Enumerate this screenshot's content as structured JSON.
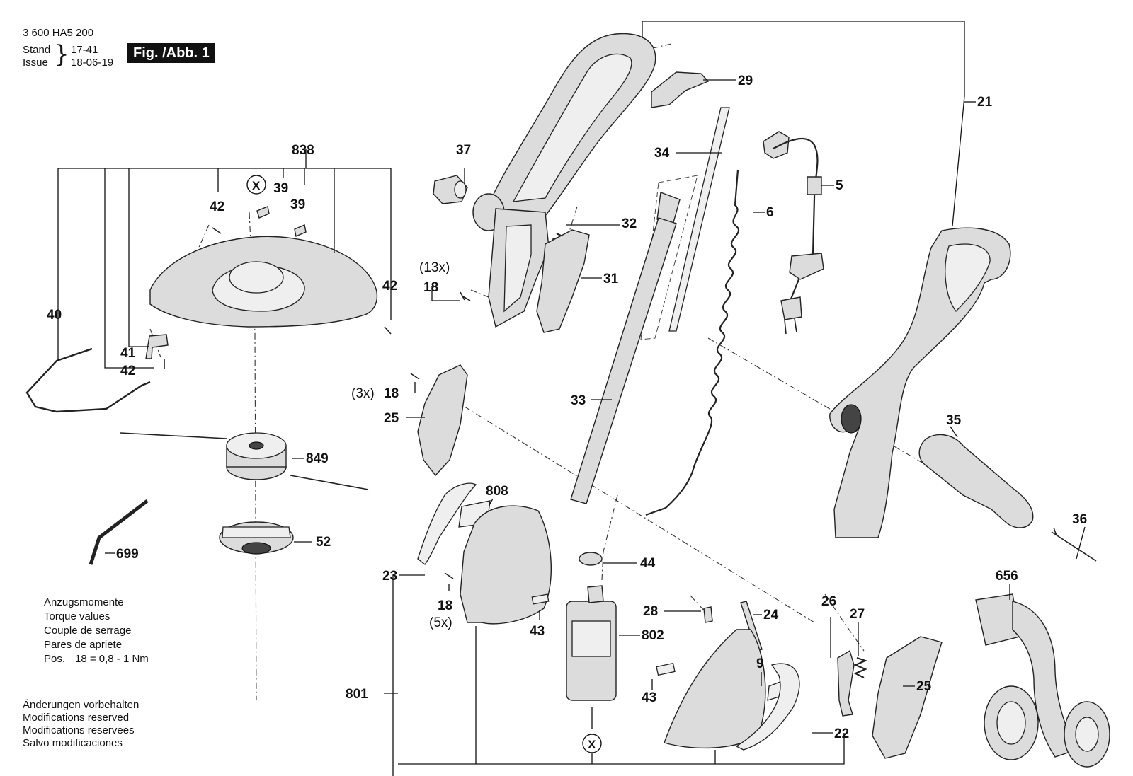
{
  "header": {
    "doc_number": "3 600 HA5 200",
    "stand_label": "Stand",
    "issue_label": "Issue",
    "stand_value": "17-41",
    "issue_value": "18-06-19",
    "figure": "Fig. /Abb. 1"
  },
  "torque_notes": {
    "lines": [
      "Anzugsmomente",
      "Torque values",
      "Couple de serrage",
      "Pares de apriete"
    ],
    "pos_label": "Pos.",
    "pos_value": "18 = 0,8 - 1 Nm"
  },
  "change_notes": {
    "lines": [
      "Änderungen vorbehalten",
      "Modifications reserved",
      "Modifications reservees",
      "Salvo modificaciones"
    ]
  },
  "callouts": {
    "c21": "21",
    "c29": "29",
    "c37": "37",
    "c34": "34",
    "c5": "5",
    "c6": "6",
    "c838": "838",
    "cX1": "X",
    "c39a": "39",
    "c39b": "39",
    "c42a": "42",
    "c42b": "42",
    "c42c": "42",
    "c32": "32",
    "c31": "31",
    "c13x": "(13x)",
    "c18a": "18",
    "c40": "40",
    "c41": "41",
    "c3x": "(3x)",
    "c18b": "18",
    "c25a": "25",
    "c33": "33",
    "c35": "35",
    "c849": "849",
    "c808": "808",
    "c36": "36",
    "c52": "52",
    "c699": "699",
    "c44": "44",
    "c656": "656",
    "c23": "23",
    "c18c": "18",
    "c5x": "(5x)",
    "c43a": "43",
    "c28": "28",
    "c24": "24",
    "c26": "26",
    "c27": "27",
    "c802": "802",
    "c9": "9",
    "c25b": "25",
    "c43b": "43",
    "c801": "801",
    "cX2": "X",
    "c22": "22"
  }
}
